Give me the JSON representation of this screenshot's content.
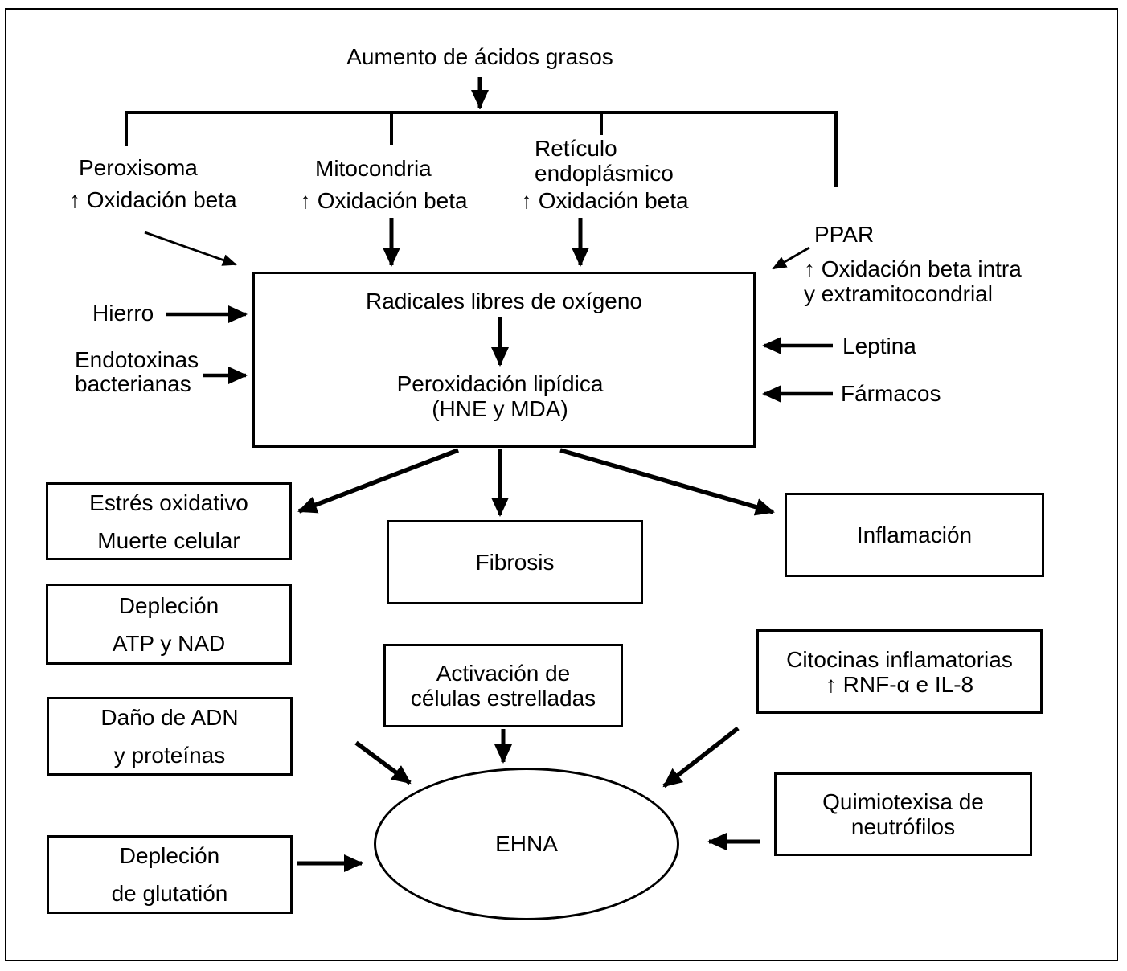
{
  "diagram": {
    "title": "Aumento de ácidos grasos",
    "branches": {
      "peroxisoma": {
        "line1": "Peroxisoma",
        "line2": "↑ Oxidación beta"
      },
      "mitocondria": {
        "line1": "Mitocondria",
        "line2": "↑ Oxidación beta"
      },
      "reticulo": {
        "line1": "Retículo",
        "line2": "endoplásmico",
        "line3": "↑ Oxidación beta"
      },
      "ppar": {
        "line1": "PPAR",
        "line2": "↑ Oxidación beta intra",
        "line3": "y extramitocondrial"
      }
    },
    "left_inputs": {
      "hierro": "Hierro",
      "endotoxinas_line1": "Endotoxinas",
      "endotoxinas_line2": "bacterianas"
    },
    "right_inputs": {
      "leptina": "Leptina",
      "farmacos": "Fármacos"
    },
    "central_box": {
      "line1": "Radicales libres de oxígeno",
      "line2": "Peroxidación lipídica",
      "line3": "(HNE y MDA)"
    },
    "boxes": {
      "estres": {
        "line1": "Estrés oxidativo",
        "line2": "Muerte celular"
      },
      "deplecion_atp": {
        "line1": "Depleción",
        "line2": "ATP y NAD"
      },
      "dano_adn": {
        "line1": "Daño de ADN",
        "line2": "y proteínas"
      },
      "deplecion_glutation": {
        "line1": "Depleción",
        "line2": "de glutatión"
      },
      "fibrosis": {
        "line1": "Fibrosis"
      },
      "inflamacion": {
        "line1": "Inflamación"
      },
      "activacion": {
        "line1": "Activación de",
        "line2": "células estrelladas"
      },
      "citocinas": {
        "line1": "Citocinas inflamatorias",
        "line2": "↑ RNF-α e IL-8"
      },
      "quimiotexisa": {
        "line1": "Quimiotexisa de",
        "line2": "neutrófilos"
      }
    },
    "ellipse": {
      "label": "EHNA"
    },
    "colors": {
      "line": "#000000",
      "background": "#ffffff"
    }
  }
}
